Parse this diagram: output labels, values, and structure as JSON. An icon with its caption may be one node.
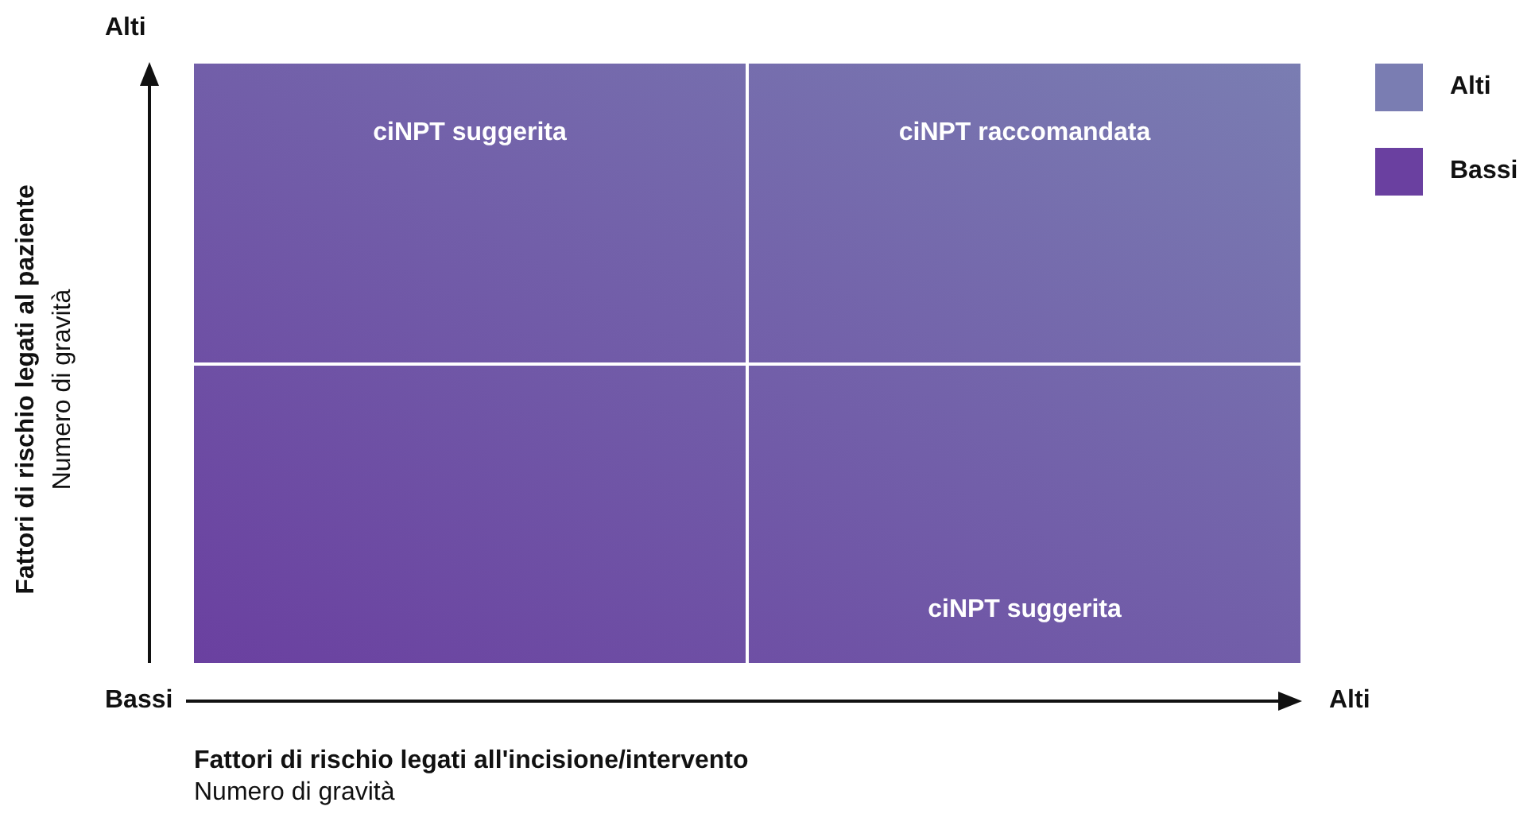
{
  "diagram": {
    "nodes": [
      {
        "text": [
          "ciNPT suggerita"
        ]
      },
      {
        "text": [
          "ciNPT raccomandata"
        ]
      },
      {
        "text": [],
        "shape": "box"
      },
      {
        "text": [
          "ciNPT suggerita"
        ]
      }
    ],
    "edges": [],
    "labels": [
      "Alti",
      "Fattori di rischio legati al paziente",
      "Numero di gravità",
      "Bassi",
      "Alti",
      "Fattori di rischio legati all'incisione/intervento",
      "Numero di gravità"
    ],
    "legend": [
      {
        "text": "Alti",
        "color": "#7a7db2"
      },
      {
        "text": "Bassi",
        "color": "#6a40a0"
      }
    ]
  }
}
